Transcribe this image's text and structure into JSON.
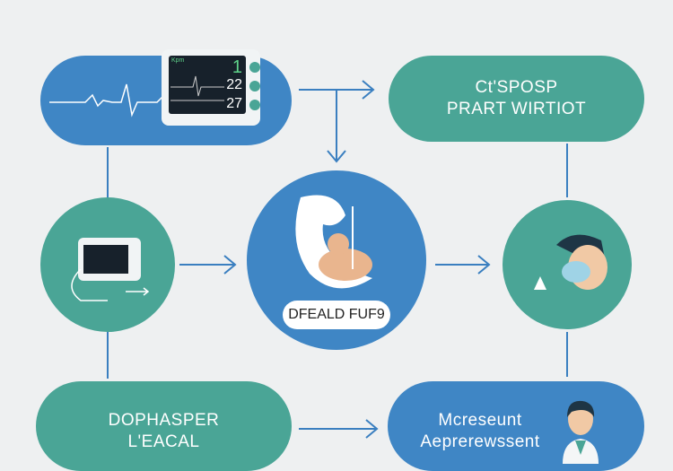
{
  "monitor": {
    "header": "Kpm",
    "values": [
      "1",
      "22",
      "27"
    ]
  },
  "top_right": {
    "line1": "Ct'SPOSP",
    "line2": "PRART WIRTIOT"
  },
  "center": {
    "label": "DFEALD FUF9"
  },
  "bottom_left": {
    "line1": "DOPHASPER",
    "line2": "L'EACAL"
  },
  "bottom_right": {
    "line1": "Mcreseunt",
    "line2": "Aeprerewssent"
  },
  "colors": {
    "blue": "#3f86c5",
    "teal": "#4aa596",
    "arrow": "#3a7fc0"
  }
}
